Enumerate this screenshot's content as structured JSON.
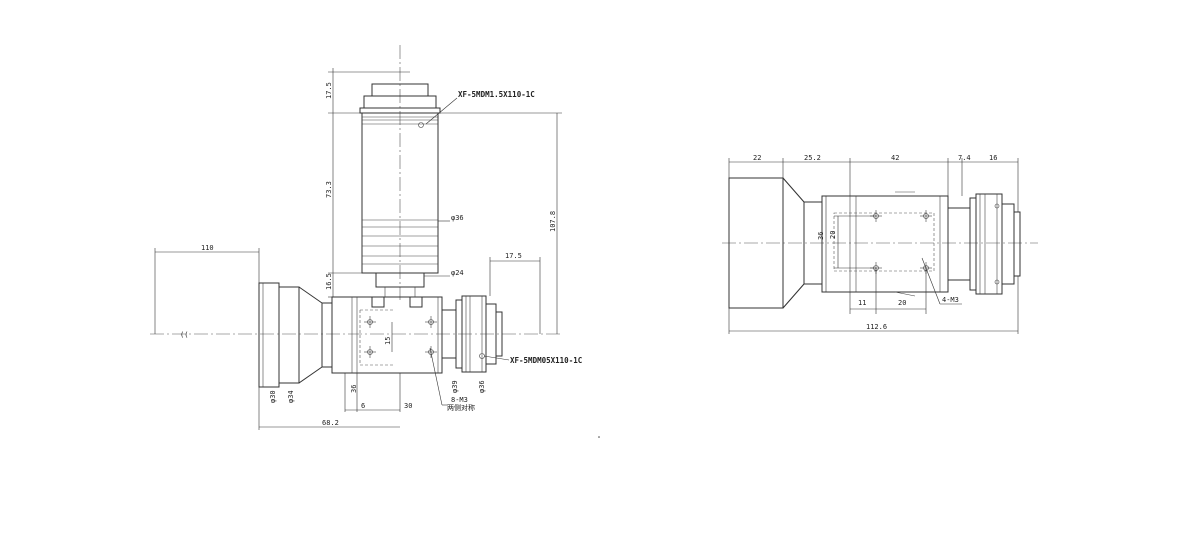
{
  "labels": {
    "model_top": "XF-5MDM1.5X110-1C",
    "model_side": "XF-5MDM05X110-1C",
    "holes_left": "8-M3",
    "holes_left_note": "两侧对称",
    "holes_right": "4-M3"
  },
  "dims_left": {
    "top_cap": "17.5",
    "body_length": "73.3",
    "neck": "16.5",
    "total_height": "107.8",
    "lens_width": "110",
    "side_offset": "17.5",
    "dia_top": "φ36",
    "dia_neck": "φ24",
    "dia_30": "φ30",
    "dia_34": "φ34",
    "dia_39": "φ39",
    "dia_36b": "φ36",
    "h36": "36",
    "h15": "15",
    "w6": "6",
    "w30": "30",
    "w68": "68.2"
  },
  "dims_right": {
    "seg1": "22",
    "seg2": "25.2",
    "seg3": "42",
    "seg4": "7.4",
    "seg5": "16",
    "h36": "36",
    "h20": "20",
    "w11": "11",
    "w20": "20",
    "total": "112.6"
  }
}
